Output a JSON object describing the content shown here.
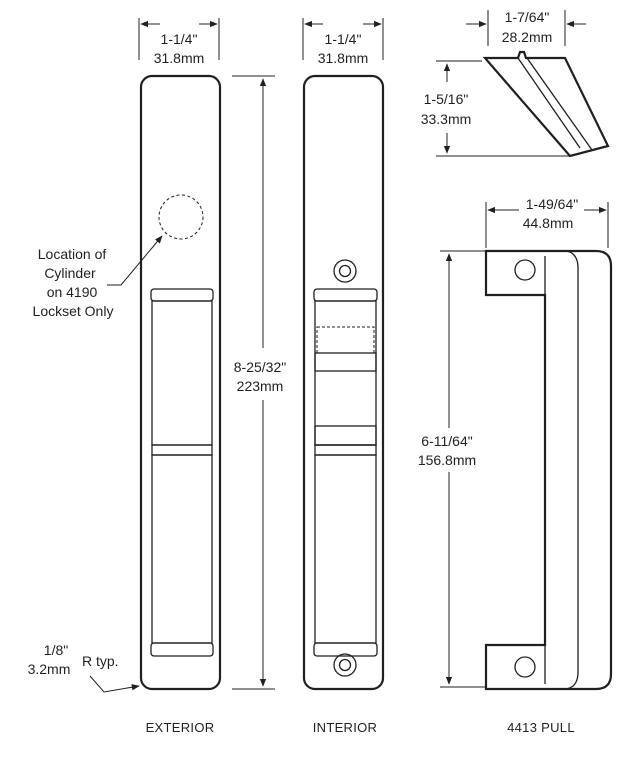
{
  "labels": {
    "exterior_width_in": "1-1/4\"",
    "exterior_width_mm": "31.8mm",
    "interior_width_in": "1-1/4\"",
    "interior_width_mm": "31.8mm",
    "height_in": "8-25/32\"",
    "height_mm": "223mm",
    "cylinder_note": [
      "Location of",
      "Cylinder",
      "on 4190",
      "Lockset Only"
    ],
    "radius_in": "1/8\"",
    "radius_mm": "3.2mm",
    "radius_note": "R typ.",
    "wedge_width_in": "1-7/64\"",
    "wedge_width_mm": "28.2mm",
    "wedge_height_in": "1-5/16\"",
    "wedge_height_mm": "33.3mm",
    "pull_width_in": "1-49/64\"",
    "pull_width_mm": "44.8mm",
    "pull_height_in": "6-11/64\"",
    "pull_height_mm": "156.8mm"
  },
  "captions": {
    "exterior": "EXTERIOR",
    "interior": "INTERIOR",
    "pull": "4413 PULL"
  }
}
